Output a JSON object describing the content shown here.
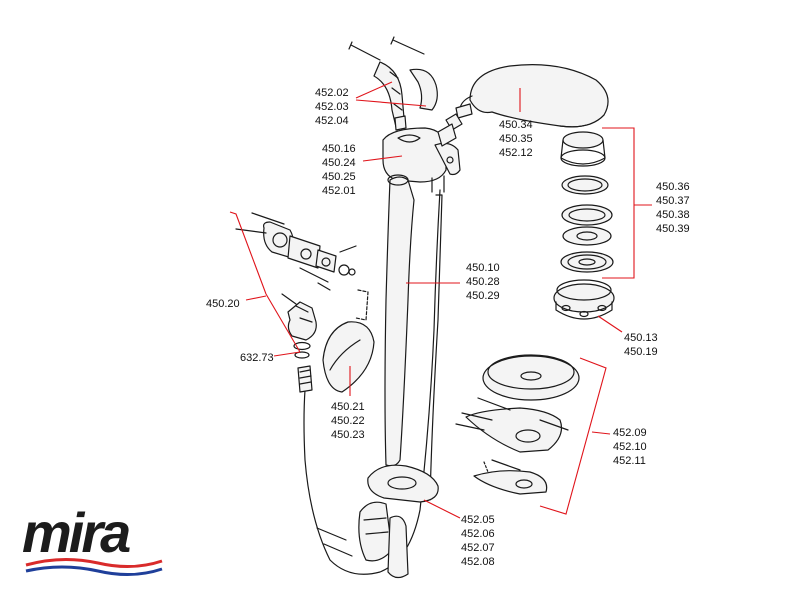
{
  "brand": {
    "name": "mira",
    "wave_red": "#d92b2b",
    "wave_blue": "#1f3f9a"
  },
  "colors": {
    "leader": "#e0141b",
    "ink": "#1a1a1a",
    "part_fill": "#f4f4f4"
  },
  "labels": {
    "grab_bracket": [
      "452.02",
      "452.03",
      "452.04"
    ],
    "handset": [
      "450.34",
      "450.35",
      "452.12"
    ],
    "holder": [
      "450.16",
      "450.24",
      "450.25",
      "452.01"
    ],
    "spray_plate": [
      "450.36",
      "450.37",
      "450.38",
      "450.39"
    ],
    "hose": [
      "450.10",
      "450.28",
      "450.29"
    ],
    "wall_outlet": [
      "450.20"
    ],
    "seal": [
      "632.73"
    ],
    "cover": [
      "450.21",
      "450.22",
      "450.23"
    ],
    "rim": [
      "450.13",
      "450.19"
    ],
    "soap_dish": [
      "452.09",
      "452.10",
      "452.11"
    ],
    "lower_bracket": [
      "452.05",
      "452.06",
      "452.07",
      "452.08"
    ]
  }
}
